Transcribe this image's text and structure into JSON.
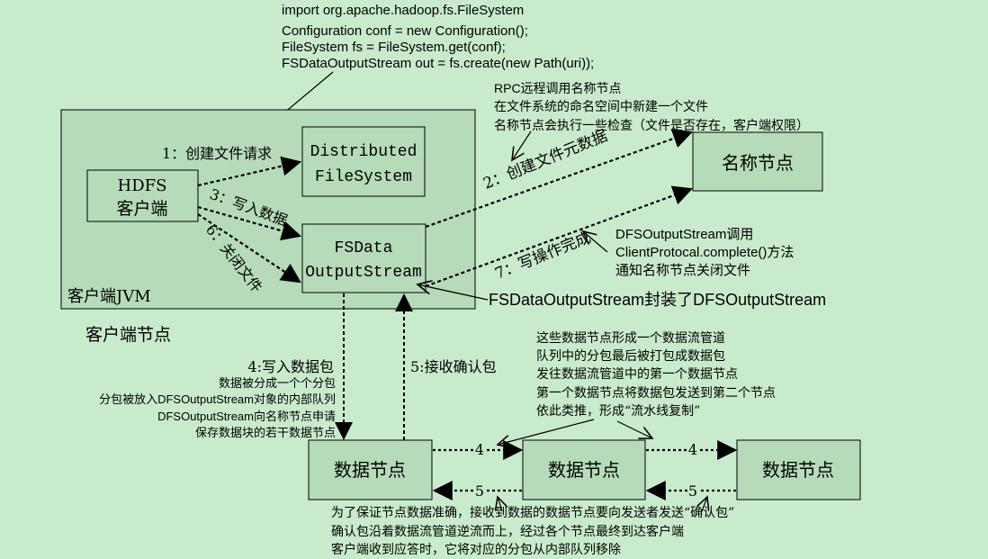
{
  "code": [
    "import org.apache.hadoop.fs.FileSystem",
    "Configuration conf = new Configuration();",
    "FileSystem fs = FileSystem.get(conf);",
    "FSDataOutputStream out = fs.create(new Path(uri));"
  ],
  "client_jvm": {
    "label": "客户端JVM",
    "node_label": "客户端节点"
  },
  "hdfs_client": [
    "HDFS",
    "客户端"
  ],
  "dfs": [
    "Distributed",
    "FileSystem"
  ],
  "fsdata": [
    "FSData",
    "OutputStream"
  ],
  "namenode": "名称节点",
  "steps": {
    "s1": "1：创建文件请求",
    "s2": "2：创建文件元数据",
    "s3": "3：写入数据",
    "s6": "6：关闭文件",
    "s7": "7：写操作完成",
    "s4": "4:写入数据包",
    "s5": "5:接收确认包",
    "n4": "4",
    "n5": "5"
  },
  "rpc_note": [
    "RPC远程调用名称节点",
    "在文件系统的命名空间中新建一个文件",
    "名称节点会执行一些检查（文件是否存在，客户端权限）"
  ],
  "complete_note": [
    "DFSOutputStream调用",
    "ClientProtocal.complete()方法",
    "通知名称节点关闭文件"
  ],
  "wrap_note": "FSDataOutputStream封装了DFSOutputStream",
  "packet_note": [
    "数据被分成一个个分包",
    "分包被放入DFSOutputStream对象的内部队列",
    "DFSOutputStream向名称节点申请",
    "保存数据块的若干数据节点"
  ],
  "pipeline_note": [
    "这些数据节点形成一个数据流管道",
    "队列中的分包最后被打包成数据包",
    "发往数据流管道中的第一个数据节点",
    "第一个数据节点将数据包发送到第二个节点",
    "依此类推，形成“流水线复制”"
  ],
  "ack_note": [
    "为了保证节点数据准确，接收到数据的数据节点要向发送者发送“确认包”",
    "确认包沿着数据流管道逆流而上，经过各个节点最终到达客户端",
    "客户端收到应答时，它将对应的分包从内部队列移除"
  ],
  "datanode": "数据节点",
  "colors": {
    "background": "#c8ebcc",
    "box": "#b5dbb9"
  }
}
